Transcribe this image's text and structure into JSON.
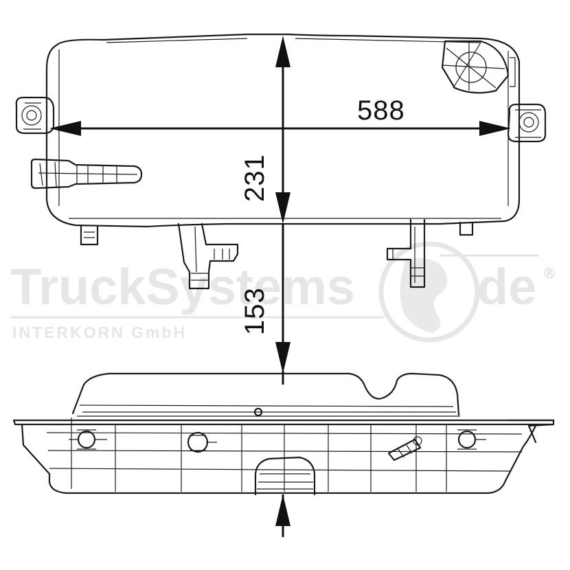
{
  "dimensions": {
    "length": "588",
    "height": "231",
    "depth": "153"
  },
  "watermark": {
    "brand": "TruckSystems",
    "tld": "de",
    "registered": "®",
    "company": "INTERKORN GmbH"
  },
  "colors": {
    "line": "#1a1a1a",
    "watermark": "#e3e3e3"
  }
}
